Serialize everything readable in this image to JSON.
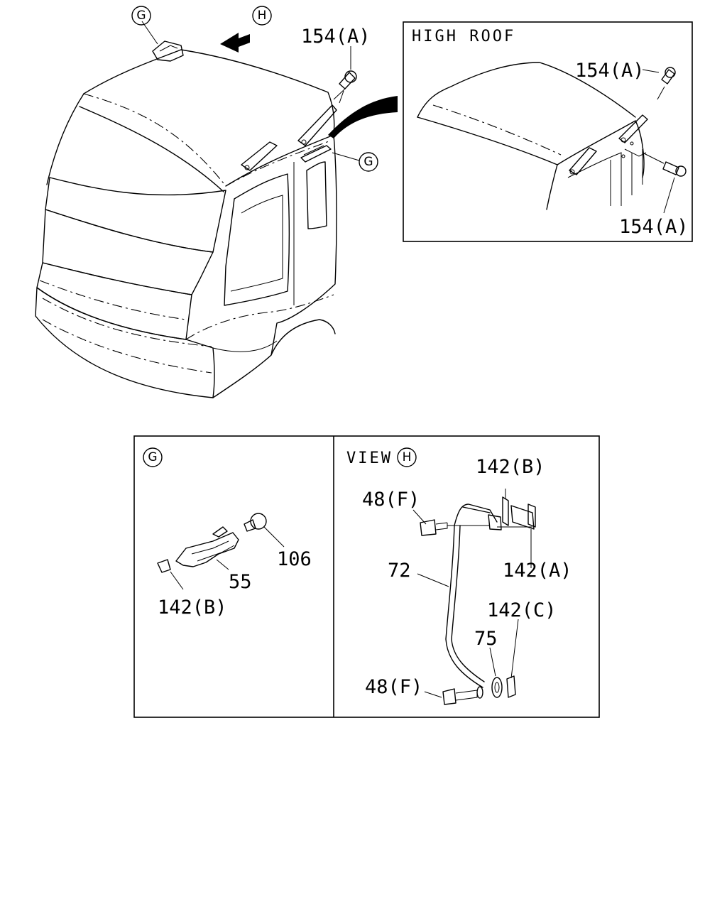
{
  "callouts": {
    "g_top": "G",
    "h_top": "H",
    "g_side": "G",
    "g_panel": "G",
    "h_panel": "H"
  },
  "labels": {
    "part_154a_main": "154(A)",
    "high_roof_title": "HIGH ROOF",
    "part_154a_inset_top": "154(A)",
    "part_154a_inset_bottom": "154(A)",
    "part_106": "106",
    "part_55": "55",
    "part_142b_g": "142(B)",
    "view_title": "VIEW",
    "part_142b_h": "142(B)",
    "part_48f_top": "48(F)",
    "part_72": "72",
    "part_142a": "142(A)",
    "part_142c": "142(C)",
    "part_75": "75",
    "part_48f_bottom": "48(F)"
  }
}
